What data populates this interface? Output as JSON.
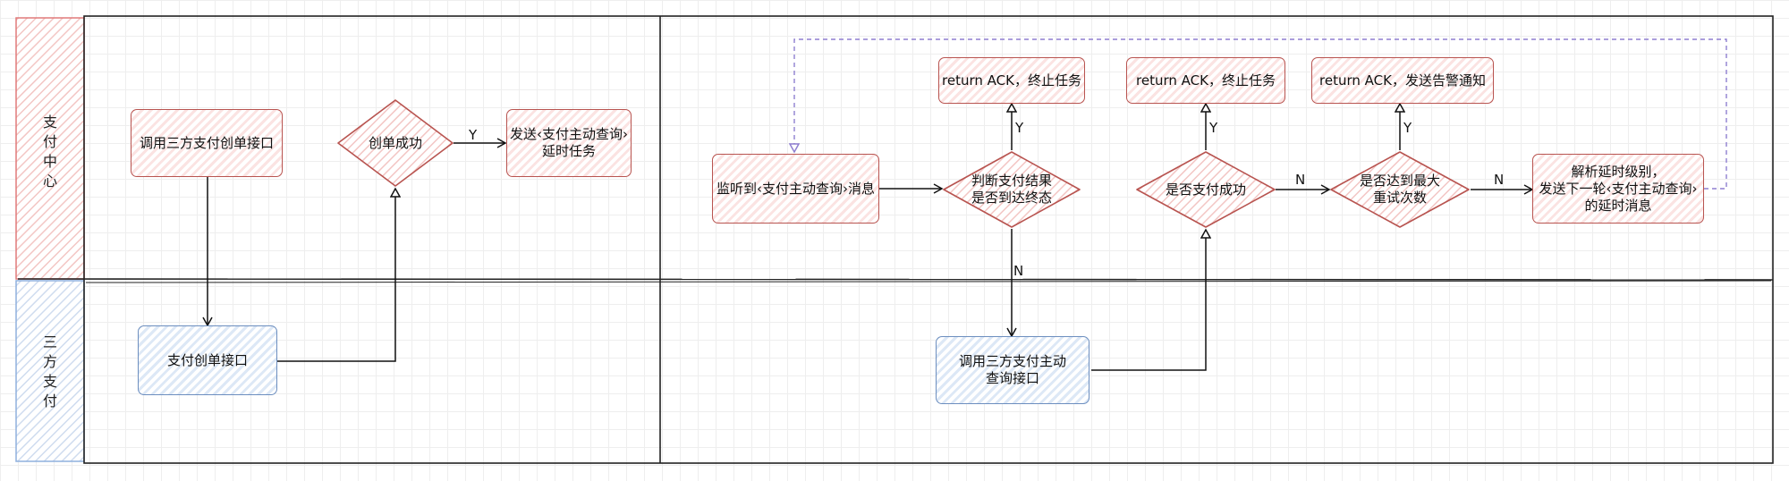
{
  "lanes": {
    "pay_center": "支\n付\n中\n心",
    "third_party": "三\n方\n支\n付"
  },
  "nodes": {
    "call_create": "调用三方支付创单接口",
    "create_success": "创单成功",
    "send_delay_task": "发送‹支付主动查询›\n延时任务",
    "third_create_api": "支付创单接口",
    "listen_msg": "监听到‹支付主动查询›消息",
    "judge_final": "判断支付结果\n是否到达终态",
    "ack_stop_1": "return ACK，终止任务",
    "is_pay_success": "是否支付成功",
    "ack_stop_2": "return ACK，终止任务",
    "max_retry": "是否达到最大\n重试次数",
    "ack_alarm": "return ACK，发送告警通知",
    "parse_delay": "解析延时级别，\n发送下一轮‹支付主动查询›\n的延时消息",
    "third_query_api": "调用三方支付主动\n查询接口"
  },
  "edge_labels": {
    "create_yes": "Y",
    "final_yes": "Y",
    "final_no": "N",
    "success_yes": "Y",
    "success_no": "N",
    "retry_yes": "Y",
    "retry_no": "N"
  },
  "colors": {
    "red_stroke": "#b85450",
    "blue_stroke": "#6c8ebf",
    "dashed_loop": "#8f7fd0"
  }
}
